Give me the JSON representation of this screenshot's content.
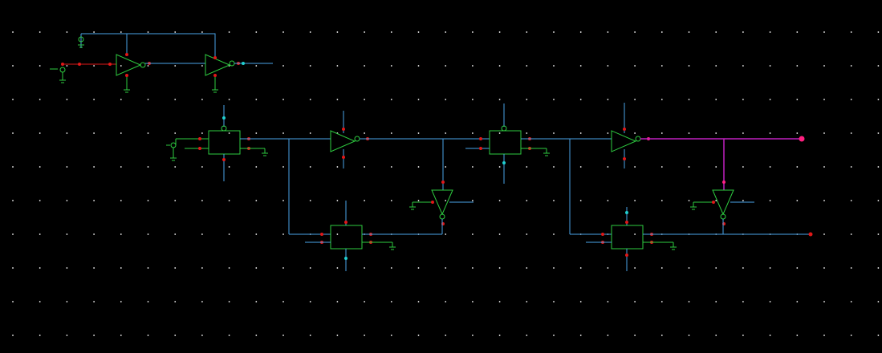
{
  "canvas": {
    "background": "#000000",
    "grid_color": "#ffffff"
  },
  "colors": {
    "wire": "#4aa3e8",
    "selected_wire": "#c020c0",
    "component": "#2ecc40",
    "pin": "#e01818",
    "port": "#20d0d0",
    "selected_pin": "#ff2080"
  },
  "schematic": {
    "components": [
      {
        "id": "inv-a",
        "type": "inverter",
        "icon": "inverter-symbol"
      },
      {
        "id": "inv-b",
        "type": "inverter",
        "icon": "inverter-symbol"
      },
      {
        "id": "tg-1",
        "type": "transmission-gate",
        "icon": "block-symbol"
      },
      {
        "id": "inv-1",
        "type": "inverter",
        "icon": "inverter-symbol"
      },
      {
        "id": "tg-2",
        "type": "transmission-gate",
        "icon": "block-symbol"
      },
      {
        "id": "inv-2",
        "type": "inverter",
        "icon": "inverter-symbol"
      },
      {
        "id": "tg-3",
        "type": "transmission-gate",
        "icon": "block-symbol"
      },
      {
        "id": "inv-3",
        "type": "inverter",
        "icon": "inverter-symbol"
      },
      {
        "id": "tg-4",
        "type": "transmission-gate",
        "icon": "block-symbol"
      },
      {
        "id": "inv-4",
        "type": "inverter",
        "icon": "inverter-symbol"
      }
    ]
  }
}
